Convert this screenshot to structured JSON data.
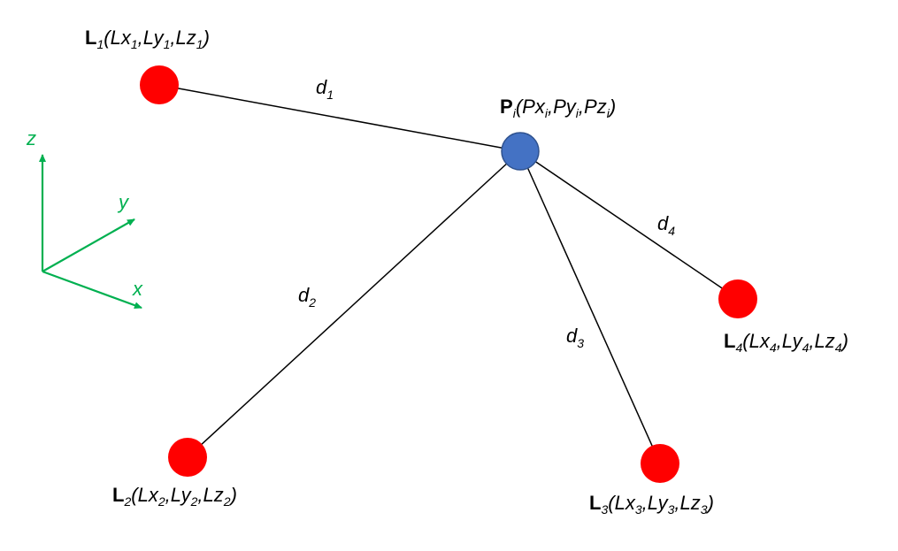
{
  "colors": {
    "anchor_fill": "#ff0000",
    "point_fill": "#4472c4",
    "point_stroke": "#2f528f",
    "axis": "#00b050",
    "line": "#000000",
    "text": "#000000"
  },
  "point": {
    "letter": "P",
    "index": "i",
    "coords": [
      {
        "name": "Px",
        "sub": "i"
      },
      {
        "name": "Py",
        "sub": "i"
      },
      {
        "name": "Pz",
        "sub": "i"
      }
    ]
  },
  "anchors": [
    {
      "letter": "L",
      "index": "1",
      "coords": [
        {
          "name": "Lx",
          "sub": "1"
        },
        {
          "name": "Ly",
          "sub": "1"
        },
        {
          "name": "Lz",
          "sub": "1"
        }
      ]
    },
    {
      "letter": "L",
      "index": "2",
      "coords": [
        {
          "name": "Lx",
          "sub": "2"
        },
        {
          "name": "Ly",
          "sub": "2"
        },
        {
          "name": "Lz",
          "sub": "2"
        }
      ]
    },
    {
      "letter": "L",
      "index": "3",
      "coords": [
        {
          "name": "Lx",
          "sub": "3"
        },
        {
          "name": "Ly",
          "sub": "3"
        },
        {
          "name": "Lz",
          "sub": "3"
        }
      ]
    },
    {
      "letter": "L",
      "index": "4",
      "coords": [
        {
          "name": "Lx",
          "sub": "4"
        },
        {
          "name": "Ly",
          "sub": "4"
        },
        {
          "name": "Lz",
          "sub": "4"
        }
      ]
    }
  ],
  "distances": [
    {
      "letter": "d",
      "sub": "1"
    },
    {
      "letter": "d",
      "sub": "2"
    },
    {
      "letter": "d",
      "sub": "3"
    },
    {
      "letter": "d",
      "sub": "4"
    }
  ],
  "axes": {
    "z": "z",
    "y": "y",
    "x": "x"
  }
}
